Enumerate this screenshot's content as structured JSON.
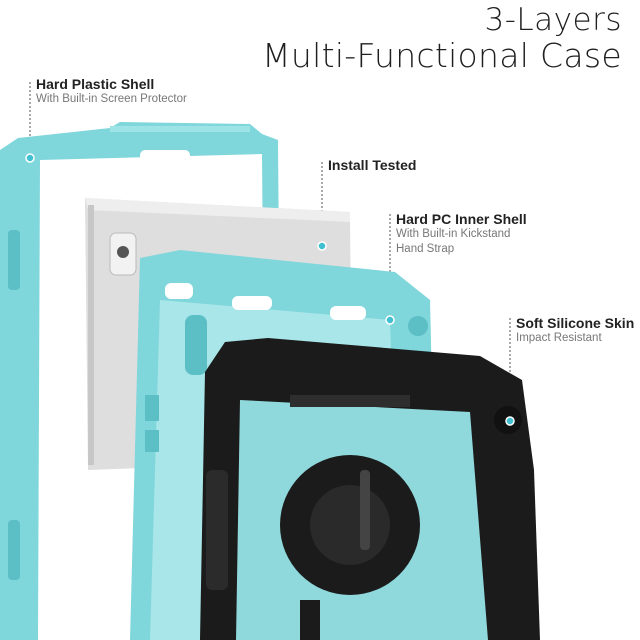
{
  "title": {
    "line1": "3-Layers",
    "line2": "Multi-Functional Case"
  },
  "callouts": [
    {
      "heading": "Hard Plastic Shell",
      "sub": [
        "With Built-in Screen Protector"
      ]
    },
    {
      "heading": "Install Tested",
      "sub": []
    },
    {
      "heading": "Hard PC Inner Shell",
      "sub": [
        "With Built-in Kickstand",
        "Hand Strap"
      ]
    },
    {
      "heading": "Soft Silicone Skin",
      "sub": [
        "Impact Resistant"
      ]
    }
  ],
  "colors": {
    "mint": "#7fd6db",
    "mint_dark": "#5cbfc6",
    "silver": "#d9d9d9",
    "black": "#1b1b1b",
    "leader": "#555555",
    "dot": "#3fbfd0"
  }
}
